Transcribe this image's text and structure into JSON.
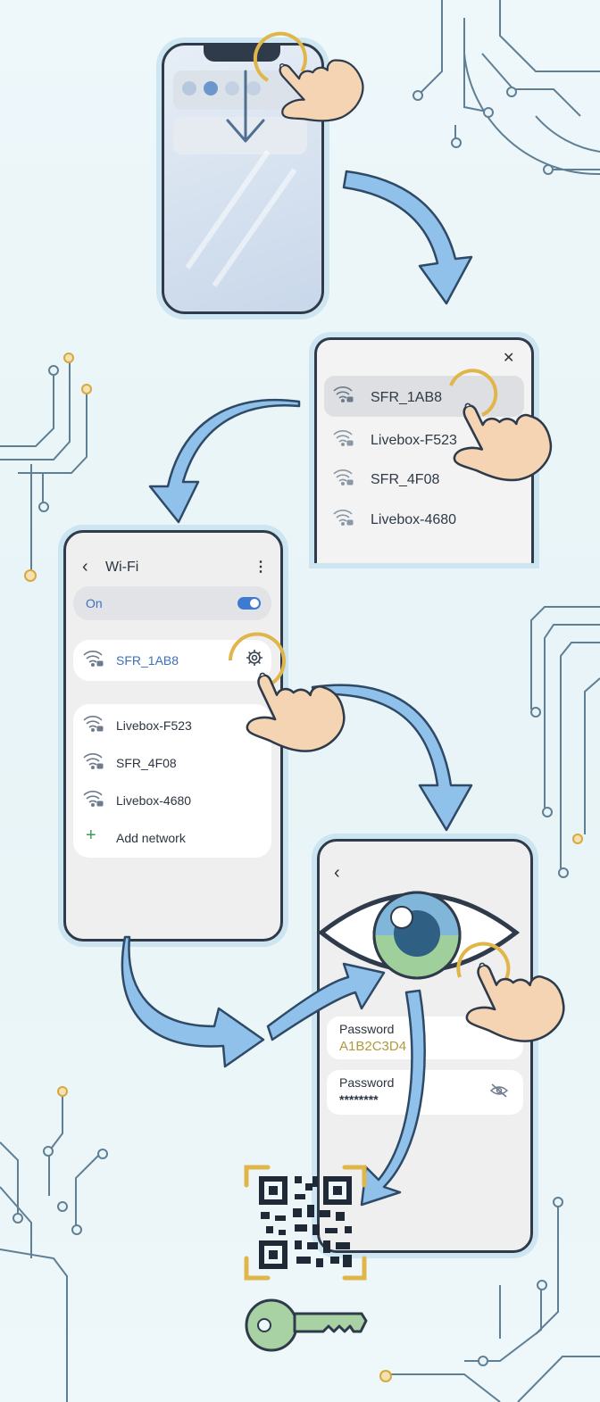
{
  "network_list_panel": {
    "close_symbol": "✕",
    "networks": [
      "SFR_1AB8",
      "Livebox-F523",
      "SFR_4F08",
      "Livebox-4680"
    ]
  },
  "wifi_settings": {
    "title": "Wi-Fi",
    "on_label": "On",
    "connected_network": "SFR_1AB8",
    "other_networks": [
      "Livebox-F523",
      "SFR_4F08",
      "Livebox-4680"
    ],
    "add_network_label": "Add network"
  },
  "password_screen": {
    "password_label_1": "Password",
    "password_value_visible": "A1B2C3D4",
    "password_label_2": "Password",
    "password_value_hidden": "********"
  },
  "colors": {
    "arrow_fill": "#8fc1ea",
    "arrow_stroke": "#2f4a66",
    "tap_ring": "#e0b64a",
    "accent_blue": "#3d7ad1",
    "password_gold": "#b09a3a"
  }
}
